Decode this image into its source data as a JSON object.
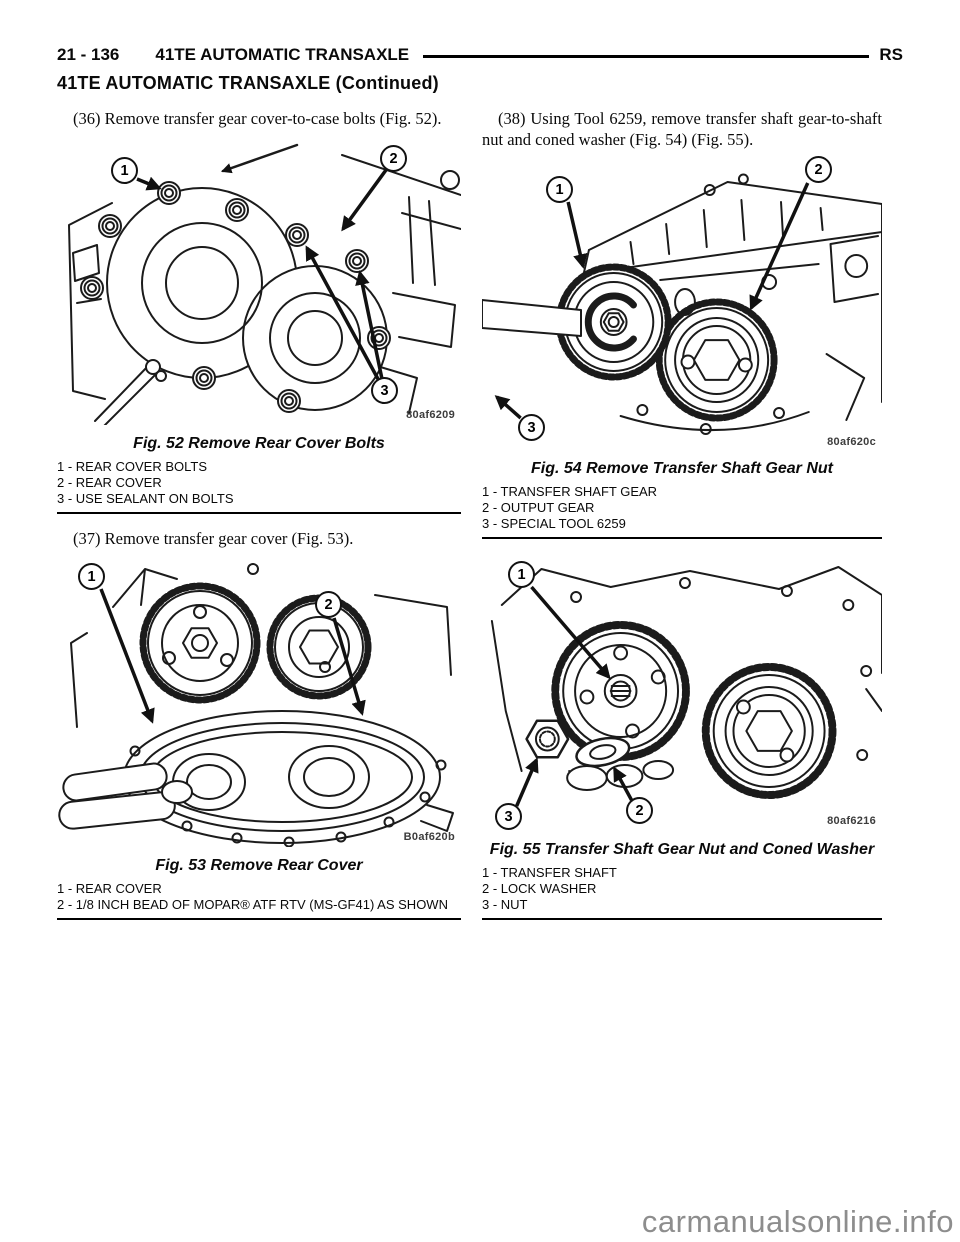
{
  "header": {
    "page_number": "21 - 136",
    "title": "41TE AUTOMATIC TRANSAXLE",
    "region_code": "RS",
    "continued_title": "41TE AUTOMATIC TRANSAXLE (Continued)"
  },
  "watermark": "carmanualsonline.info",
  "left": {
    "step36": "(36) Remove transfer gear cover-to-case bolts (Fig. 52).",
    "fig52": {
      "code": "80af6209",
      "caption": "Fig. 52 Remove Rear Cover Bolts",
      "callouts": [
        "1",
        "2",
        "3"
      ],
      "legend": [
        "1 - REAR COVER BOLTS",
        "2 - REAR COVER",
        "3 - USE SEALANT ON BOLTS"
      ]
    },
    "step37": "(37) Remove transfer gear cover (Fig. 53).",
    "fig53": {
      "code": "B0af620b",
      "caption": "Fig. 53 Remove Rear Cover",
      "callouts": [
        "1",
        "2"
      ],
      "legend": [
        "1 - REAR COVER",
        "2 - 1/8 INCH BEAD OF MOPAR® ATF RTV (MS-GF41) AS SHOWN"
      ]
    }
  },
  "right": {
    "step38": "(38) Using Tool 6259, remove transfer shaft gear-to-shaft nut and coned washer (Fig. 54) (Fig. 55).",
    "fig54": {
      "code": "80af620c",
      "caption": "Fig. 54 Remove Transfer Shaft Gear Nut",
      "callouts": [
        "1",
        "2",
        "3"
      ],
      "legend": [
        "1 - TRANSFER SHAFT GEAR",
        "2 - OUTPUT GEAR",
        "3 - SPECIAL TOOL 6259"
      ]
    },
    "fig55": {
      "code": "80af6216",
      "caption": "Fig. 55 Transfer Shaft Gear Nut and Coned Washer",
      "callouts": [
        "1",
        "2",
        "3"
      ],
      "legend": [
        "1 - TRANSFER SHAFT",
        "2 - LOCK WASHER",
        "3 - NUT"
      ]
    }
  }
}
